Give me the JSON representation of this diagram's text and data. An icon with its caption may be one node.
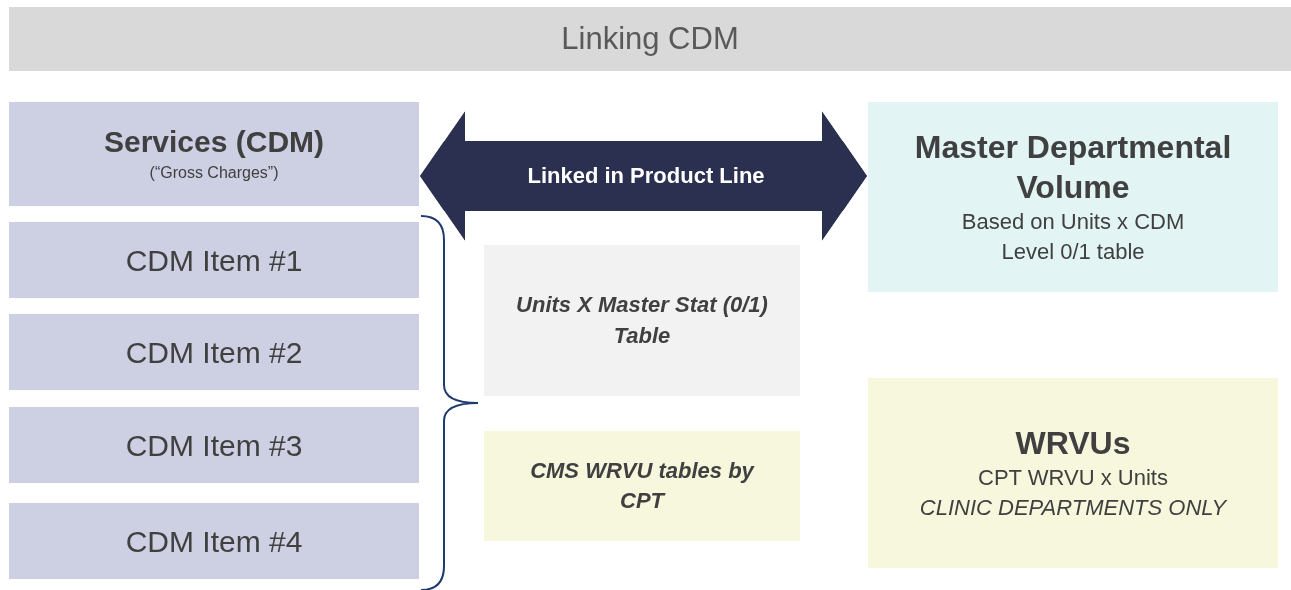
{
  "diagram": {
    "title": "Linking CDM",
    "nodes": [
      {
        "text": [
          "Services (CDM)",
          "(“Gross Charges”)"
        ]
      },
      {
        "text": [
          "CDM Item #1"
        ]
      },
      {
        "text": [
          "CDM Item #2"
        ]
      },
      {
        "text": [
          "CDM Item #3"
        ]
      },
      {
        "text": [
          "CDM Item #4"
        ]
      },
      {
        "text": [
          "Master Departmental Volume",
          "Based on Units x CDM Level 0/1 table"
        ]
      },
      {
        "text": [
          "Units X Master Stat (0/1) Table"
        ]
      },
      {
        "text": [
          "CMS WRVU tables by CPT"
        ]
      },
      {
        "text": [
          "WRVUs",
          "CPT WRVU x Units",
          "CLINIC DEPARTMENTS ONLY"
        ]
      }
    ],
    "edges": [
      {
        "from": 0,
        "to": 5,
        "arrow": "both",
        "label": "Linked in Product Line"
      }
    ]
  }
}
